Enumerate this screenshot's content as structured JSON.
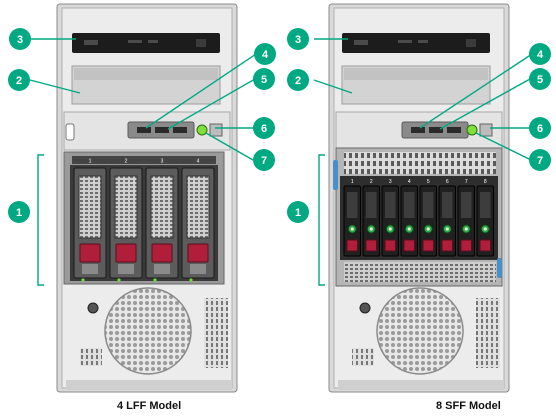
{
  "figure": {
    "accent_color": "#01A982",
    "callouts": [
      {
        "number": "1"
      },
      {
        "number": "2"
      },
      {
        "number": "3"
      },
      {
        "number": "4"
      },
      {
        "number": "5"
      },
      {
        "number": "6"
      },
      {
        "number": "7"
      }
    ],
    "models": [
      {
        "name": "4 LFF Model",
        "drive_bays": 4,
        "bay_numbers": [
          "1",
          "2",
          "3",
          "4"
        ]
      },
      {
        "name": "8 SFF Model",
        "drive_bays": 8,
        "bay_numbers": [
          "1",
          "2",
          "3",
          "4",
          "5",
          "6",
          "7",
          "8"
        ]
      }
    ]
  }
}
